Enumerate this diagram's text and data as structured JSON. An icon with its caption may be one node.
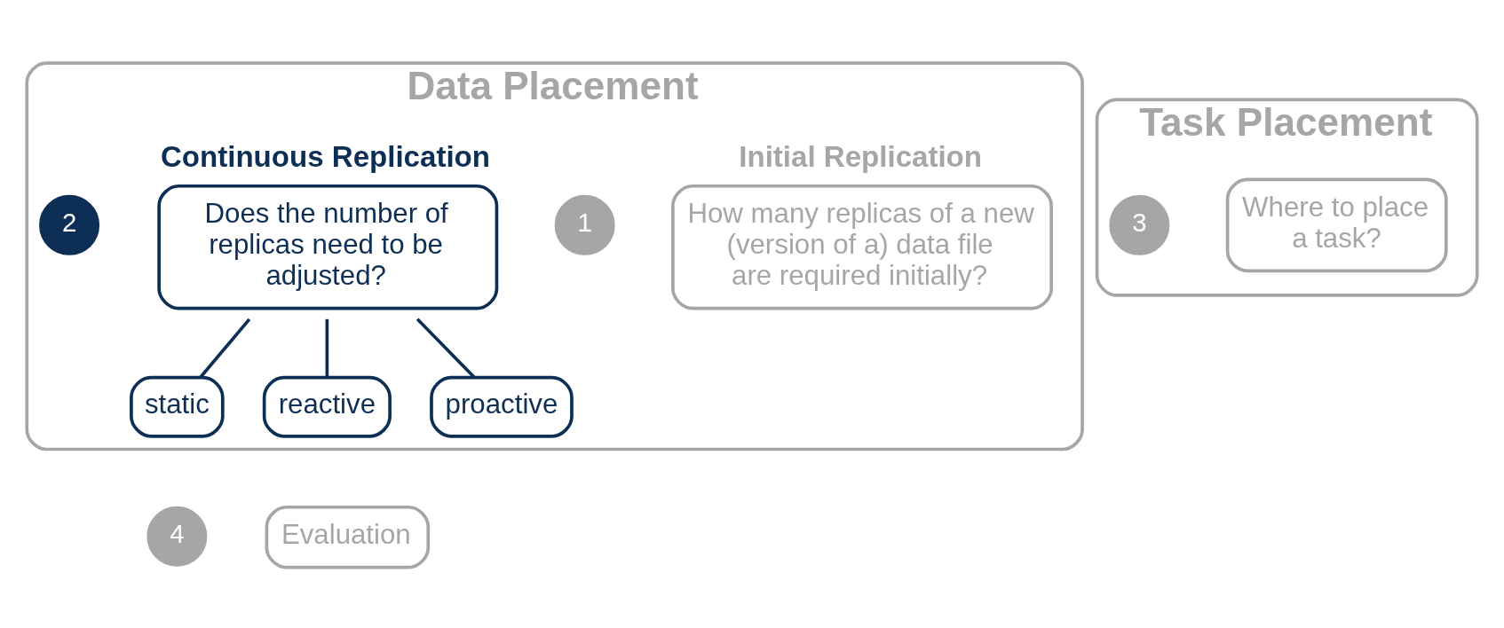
{
  "diagram": {
    "nodes": [
      {
        "text": [
          "Data Placement"
        ]
      },
      {
        "text": [
          "1"
        ],
        "in": 0
      },
      {
        "text": [
          "Initial Replication",
          "How many replicas of a new (version of a) data file are required initially?"
        ],
        "in": 0
      },
      {
        "text": [
          "2"
        ],
        "in": 0
      },
      {
        "text": [
          "Continuous Replication",
          "Does the number of replicas need to be adjusted?"
        ],
        "in": 0
      },
      {
        "text": [
          "static"
        ],
        "in": 0
      },
      {
        "text": [
          "reactive"
        ],
        "in": 0
      },
      {
        "text": [
          "proactive"
        ],
        "in": 0
      },
      {
        "text": [
          "Task Placement"
        ]
      },
      {
        "text": [
          "3"
        ],
        "in": 8
      },
      {
        "text": [
          "Where to place a task?"
        ],
        "in": 8
      },
      {
        "text": [
          "4"
        ]
      },
      {
        "text": [
          "Evaluation"
        ]
      }
    ],
    "edges": [
      {
        "from": 4,
        "to": 5,
        "arrow": "none"
      },
      {
        "from": 4,
        "to": 6,
        "arrow": "none"
      },
      {
        "from": 4,
        "to": 7,
        "arrow": "none"
      }
    ]
  }
}
